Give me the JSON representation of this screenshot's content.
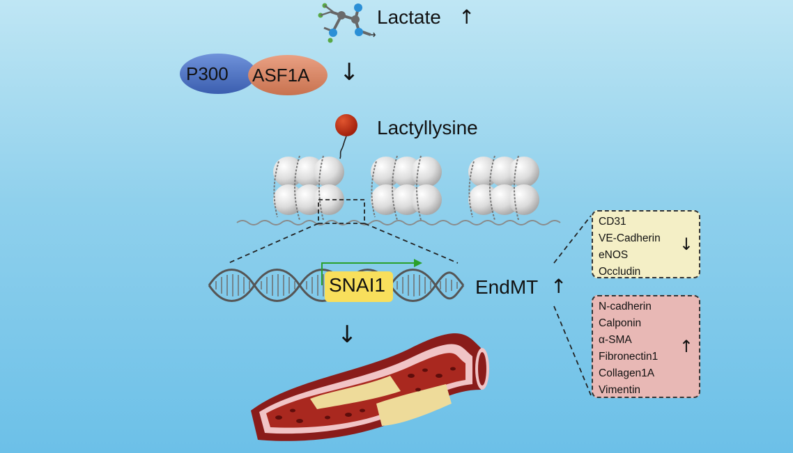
{
  "lactate": {
    "label": "Lactate",
    "direction": "↑"
  },
  "enzymes": {
    "p300": "P300",
    "asf1a": "ASF1A"
  },
  "process_arrow": "↓",
  "lactyllysine": {
    "label": "Lactyllysine"
  },
  "gene": {
    "label": "SNAI1"
  },
  "endmt": {
    "label": "EndMT",
    "direction": "↑"
  },
  "endothelial_markers": {
    "items": [
      "CD31",
      "VE-Cadherin",
      "eNOS",
      "Occludin"
    ],
    "direction": "↓"
  },
  "mesenchymal_markers": {
    "items": [
      "N-cadherin",
      "Calponin",
      "α-SMA",
      "Fibronectin1",
      "Collagen1A",
      "Vimentin"
    ],
    "direction": "↑"
  },
  "colors": {
    "p300": "#4a6fc0",
    "asf1a": "#d9876a",
    "lactyllysine": "#b52a10",
    "snai1": "#f8df5c",
    "endothelial_box": "#f4efc6",
    "mesenchymal_box": "#e8b8b5",
    "promoter_arrow": "#2aa02a",
    "vessel_wall": "#8a1c1a",
    "plaque": "#eedb9a"
  }
}
